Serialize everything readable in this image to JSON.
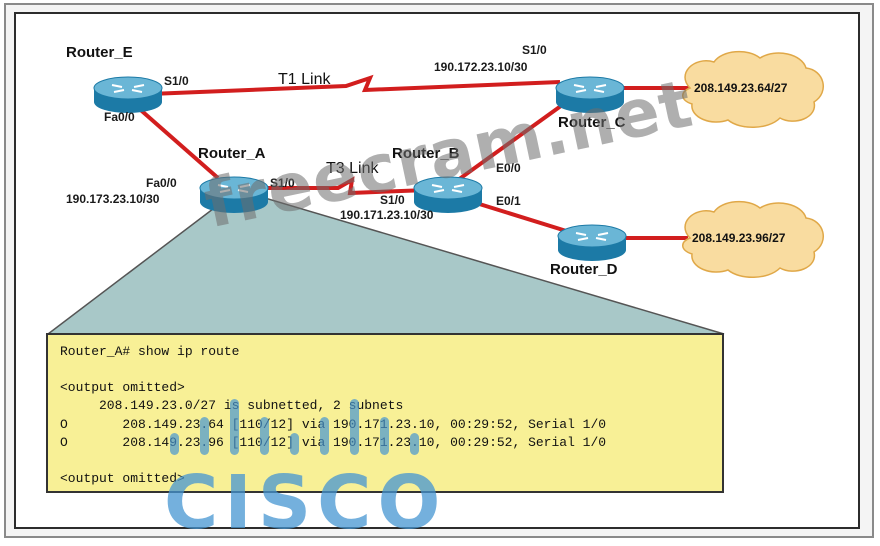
{
  "routers": {
    "e": {
      "name": "Router_E"
    },
    "a": {
      "name": "Router_A"
    },
    "b": {
      "name": "Router_B"
    },
    "c": {
      "name": "Router_C"
    },
    "d": {
      "name": "Router_D"
    }
  },
  "interfaces": {
    "e_s10": "S1/0",
    "e_fa00": "Fa0/0",
    "a_fa00": "Fa0/0",
    "a_fa00_ip": "190.173.23.10/30",
    "a_s10": "S1/0",
    "b_s10": "S1/0",
    "b_s10_ip": "190.171.23.10/30",
    "b_e00": "E0/0",
    "b_e01": "E0/1",
    "c_s10": "S1/0",
    "c_s10_ip": "190.172.23.10/30"
  },
  "links": {
    "t1": "T1 Link",
    "t3": "T3 Link"
  },
  "networks": {
    "c_lan": "208.149.23.64/27",
    "d_lan": "208.149.23.96/27"
  },
  "terminal": {
    "lines": [
      "Router_A# show ip route",
      "",
      "<output omitted>",
      "     208.149.23.0/27 is subnetted, 2 subnets",
      "O       208.149.23.64 [110/12] via 190.171.23.10, 00:29:52, Serial 1/0",
      "O       208.149.23.96 [110/12] via 190.171.23.10, 00:29:52, Serial 1/0",
      "",
      "<output omitted>"
    ]
  },
  "watermarks": {
    "site": "freecram.net",
    "logo": "CISCO"
  },
  "colors": {
    "link": "#d21e1e",
    "router_top": "#6ab6d6",
    "router_body": "#1c7aa6",
    "cloud": "#f9dca0",
    "terminal_bg": "#f8f096"
  }
}
